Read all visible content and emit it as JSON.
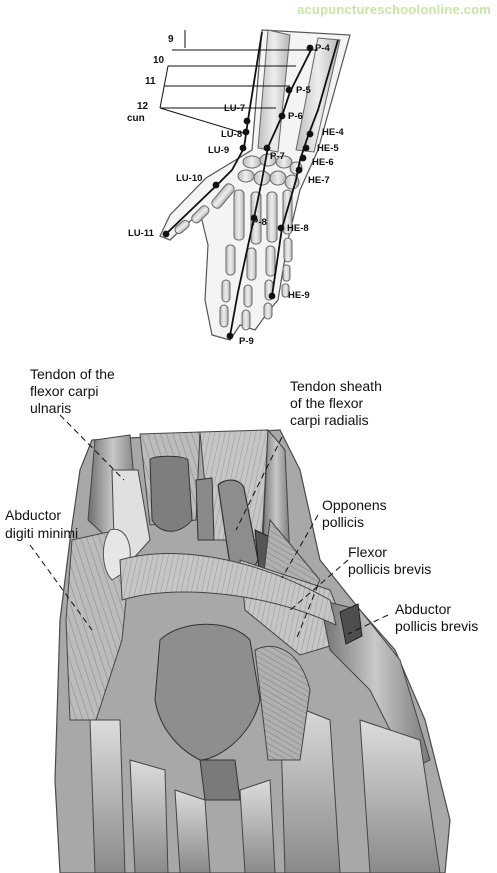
{
  "watermark": "acupunctureschoolonline.com",
  "cun_scale": {
    "ticks": [
      "9",
      "10",
      "11",
      "12"
    ],
    "unit": "cun"
  },
  "points": {
    "P-4": "P-4",
    "P-5": "P-5",
    "P-6": "P-6",
    "P-7": "P-7",
    "P-8": "P-8",
    "P-9": "P-9",
    "LU-7": "LU-7",
    "LU-8": "LU-8",
    "LU-9": "LU-9",
    "LU-10": "LU-10",
    "LU-11": "LU-11",
    "HE-4": "HE-4",
    "HE-5": "HE-5",
    "HE-6": "HE-6",
    "HE-7": "HE-7",
    "HE-8": "HE-8",
    "HE-9": "HE-9"
  },
  "anatomy": {
    "fcu": [
      "Tendon of the",
      "flexor carpi",
      "ulnaris"
    ],
    "fcr": [
      "Tendon sheath",
      "of the flexor",
      "carpi radialis"
    ],
    "adm": [
      "Abductor",
      "digiti minimi"
    ],
    "opp": [
      "Opponens",
      "pollicis"
    ],
    "fpb": [
      "Flexor",
      "pollicis brevis"
    ],
    "apb": [
      "Abductor",
      "pollicis brevis"
    ]
  },
  "colors": {
    "ink": "#111111",
    "bone": "#d6d6d6",
    "muscle": "#9a9a9a",
    "watermark": "#c9e4a8"
  }
}
